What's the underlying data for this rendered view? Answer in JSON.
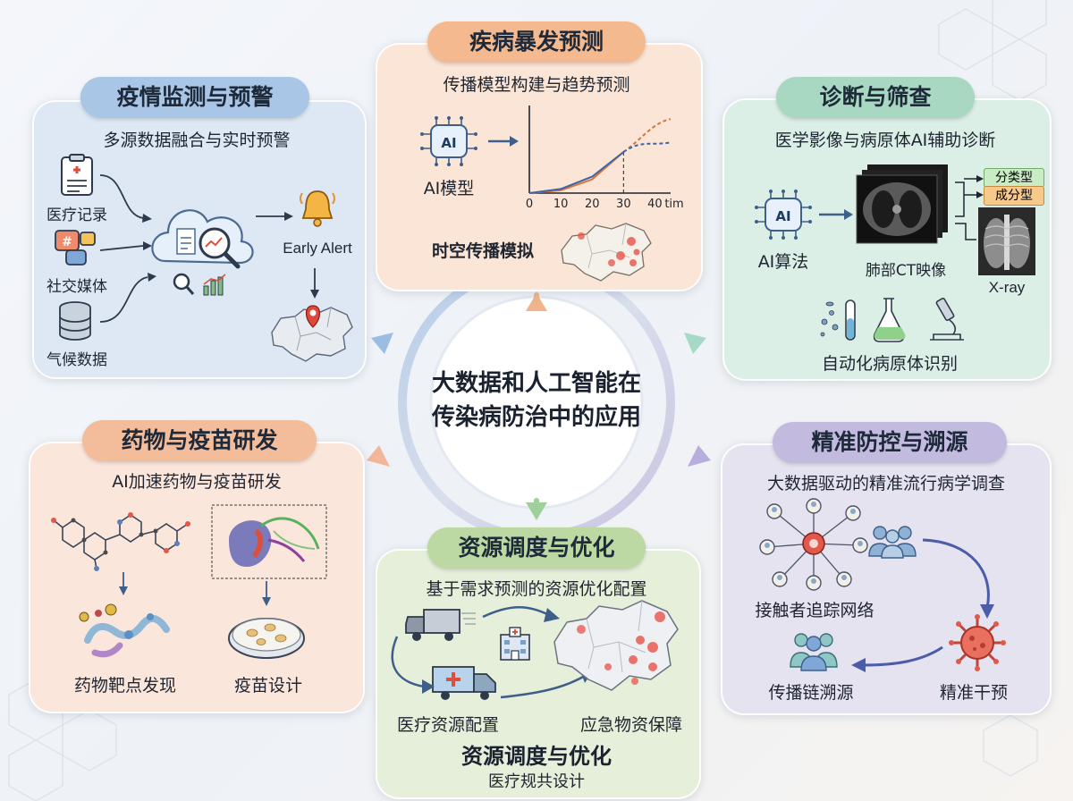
{
  "center": {
    "line1": "大数据和人工智能在",
    "line2": "传染病防治中的应用"
  },
  "monitoring": {
    "title": "疫情监测与预警",
    "subtitle": "多源数据融合与实时预警",
    "sources": [
      "医疗记录",
      "社交媒体",
      "气候数据"
    ],
    "alert": "Early Alert"
  },
  "outbreak": {
    "title": "疾病暴发预测",
    "subtitle": "传播模型构建与趋势预测",
    "model_label": "AI模型",
    "ai_chip": "AI",
    "x_ticks": [
      "0",
      "10",
      "20",
      "30",
      "40",
      "tim"
    ],
    "spatial_label": "时空传播模拟"
  },
  "diagnosis": {
    "title": "诊断与筛查",
    "subtitle": "医学影像与病原体AI辅助诊断",
    "algo_label": "AI算法",
    "ai_chip": "AI",
    "ct_label": "肺部CT映像",
    "tags": [
      "分类型",
      "成分型"
    ],
    "xray_label": "X-ray",
    "pathogen_label": "自动化病原体识别"
  },
  "drug": {
    "title": "药物与疫苗研发",
    "subtitle": "AI加速药物与疫苗研发",
    "target_label": "药物靶点发现",
    "vaccine_label": "疫苗设计"
  },
  "resource": {
    "title": "资源调度与优化",
    "subtitle": "基于需求预测的资源优化配置",
    "alloc_label": "医疗资源配置",
    "supply_label": "应急物资保障",
    "footer_title": "资源调度与优化",
    "footer_sub": "医疗规共设计"
  },
  "precision": {
    "title": "精准防控与溯源",
    "subtitle": "大数据驱动的精准流行病学调查",
    "contact_label": "接触者追踪网络",
    "chain_label": "传播链溯源",
    "intervention_label": "精准干预"
  },
  "colors": {
    "blue_panel": "#dde8f4",
    "blue_pill": "#a9c6e6",
    "orange_panel": "#fbe5d6",
    "orange_pill": "#f4b98f",
    "green_panel": "#dcefe6",
    "green_pill": "#a8d8c2",
    "purple_panel": "#e6e3f1",
    "purple_pill": "#c2badf",
    "lime_panel": "#e5efd9",
    "lime_pill": "#bcd9a3",
    "peach_panel": "#fbe6dc",
    "peach_pill": "#f3bd9c"
  },
  "chart_data": {
    "type": "line",
    "x": [
      0,
      10,
      20,
      30,
      40
    ],
    "xlim": [
      0,
      45
    ],
    "series": [
      {
        "values": [
          0,
          2,
          10,
          30,
          null
        ]
      },
      {
        "values": [
          0,
          3,
          12,
          30,
          null
        ]
      }
    ],
    "projection_from": 30
  }
}
